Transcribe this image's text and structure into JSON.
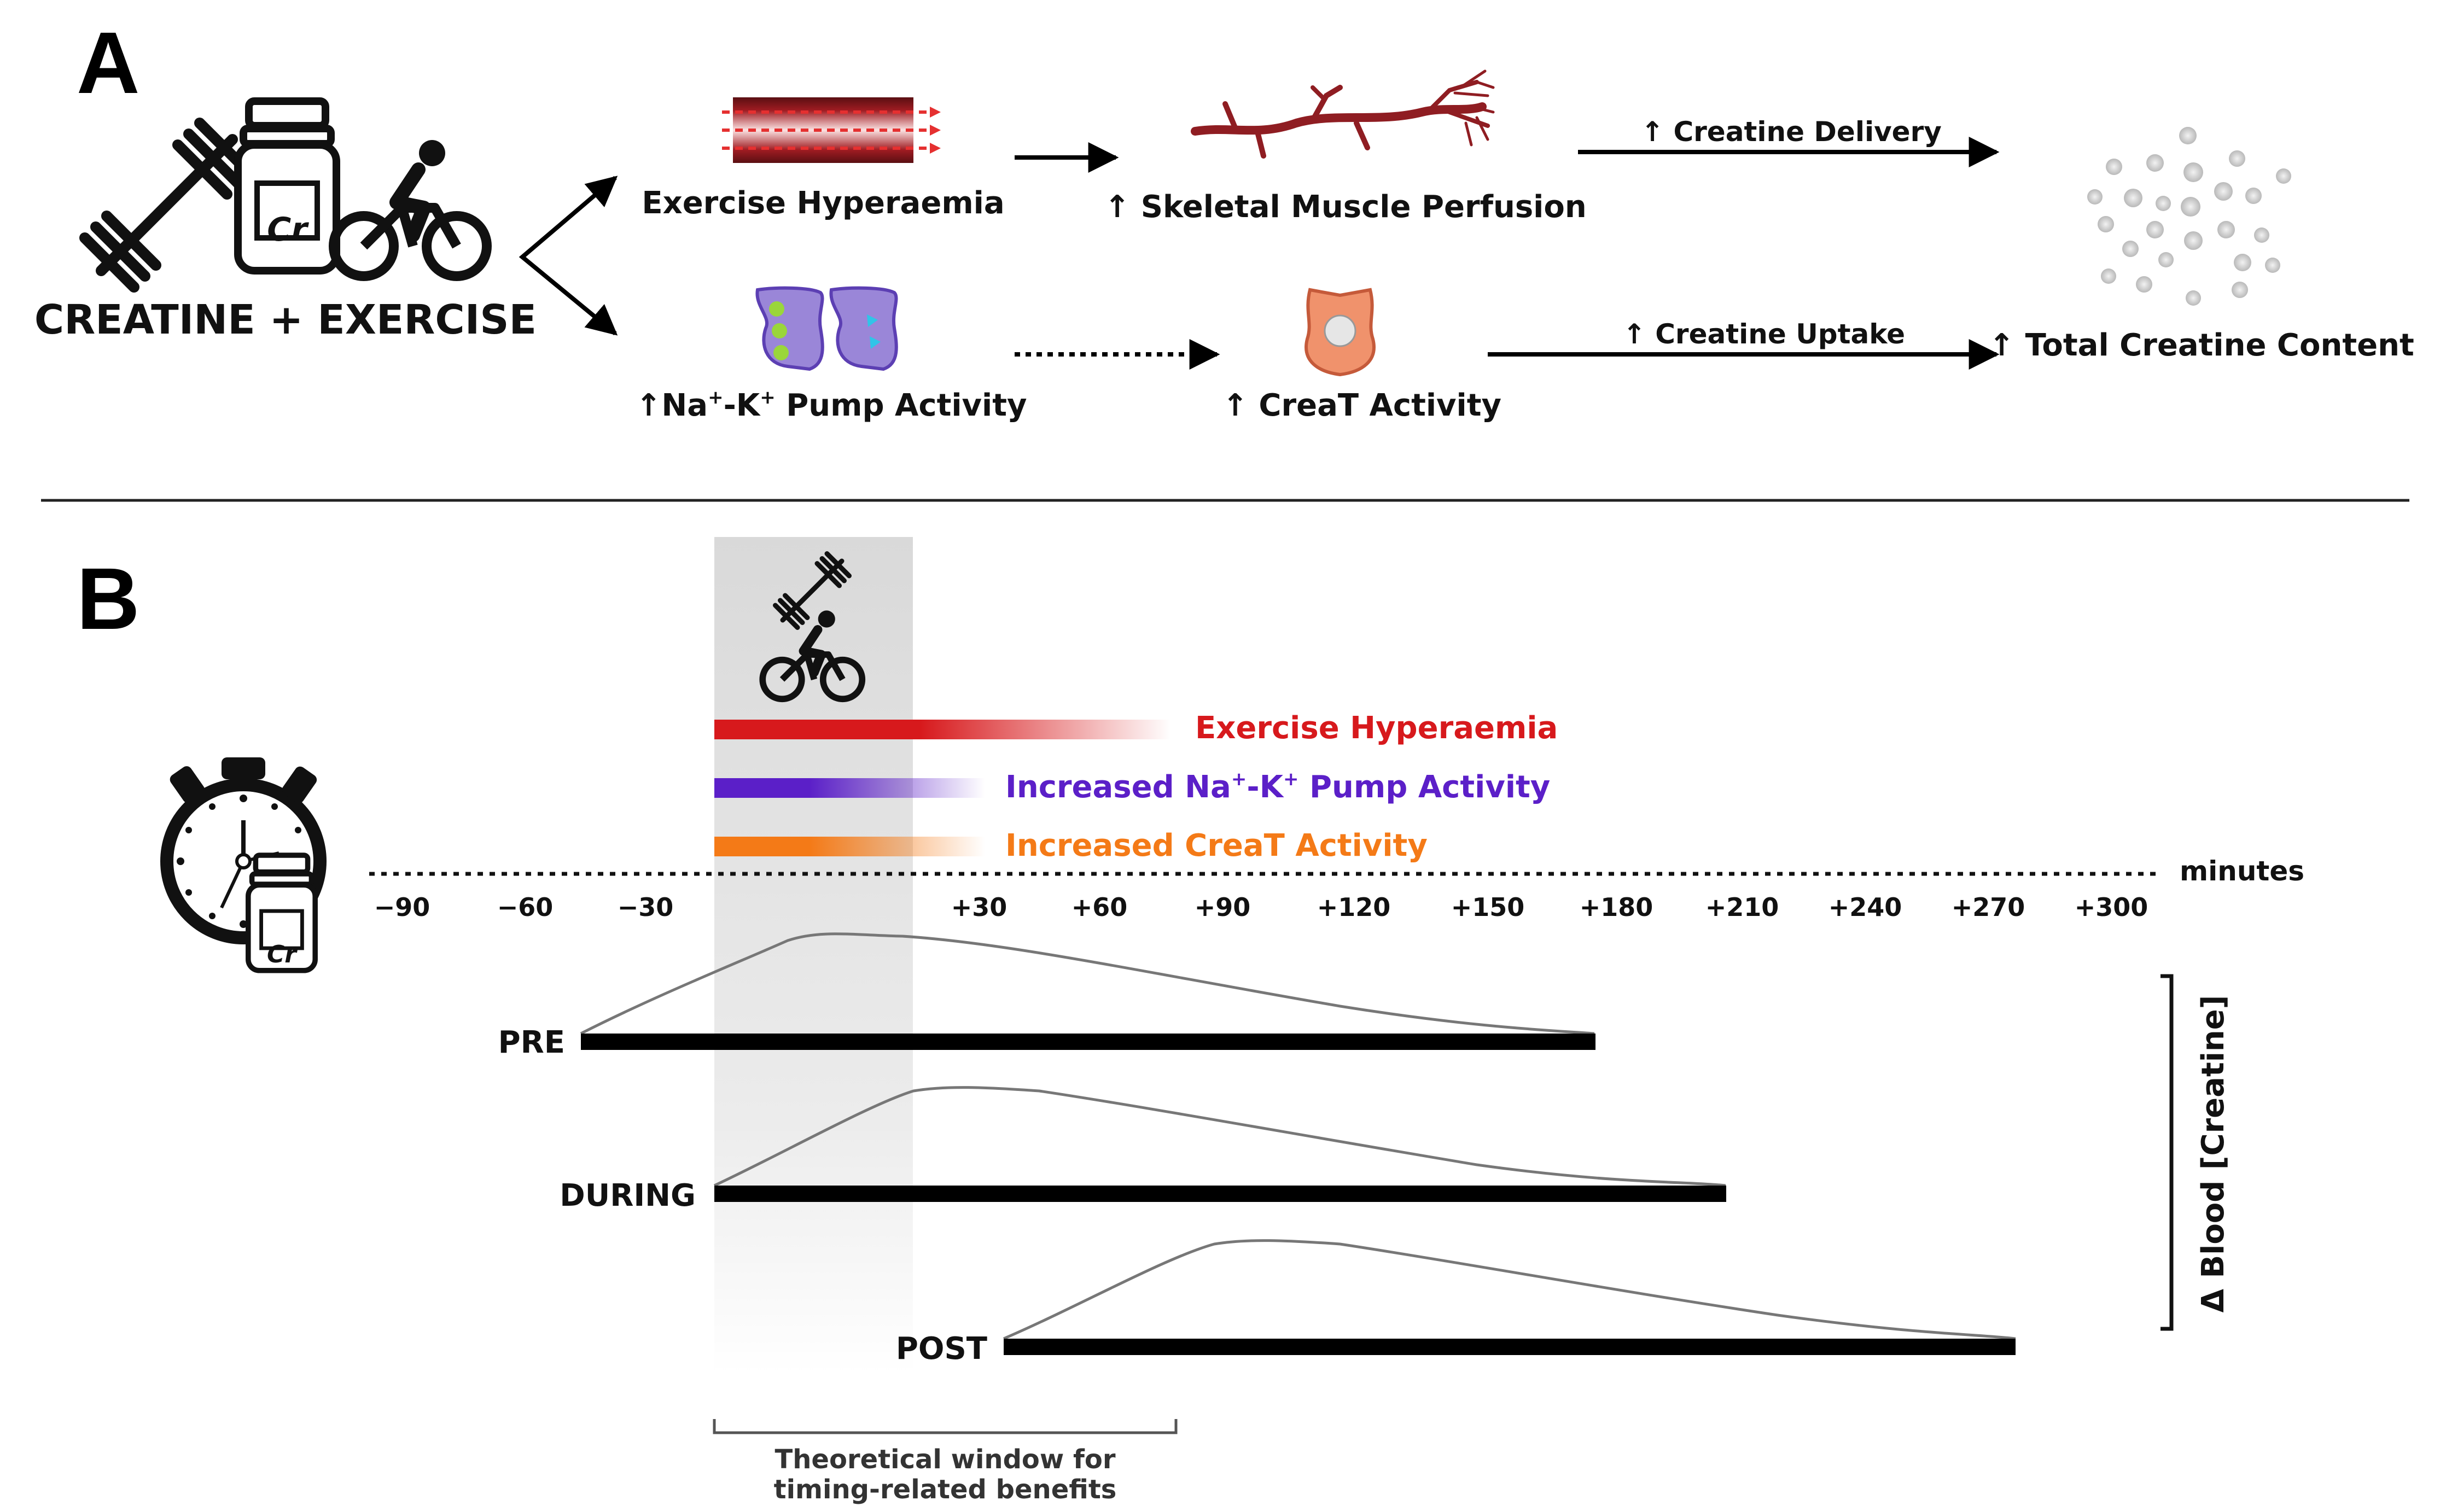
{
  "panel_a": {
    "letter": "A",
    "main_label": "CREATINE + EXERCISE",
    "bottle_label": "Cr",
    "exercise_hyperaemia": "Exercise Hyperaemia",
    "skeletal_perfusion": "↑ Skeletal Muscle Perfusion",
    "creatine_delivery": "↑ Creatine Delivery",
    "pump_activity_pre": "↑Na",
    "pump_activity_sup1": "+",
    "pump_activity_mid": "-K",
    "pump_activity_sup2": "+",
    "pump_activity_post": " Pump Activity",
    "creat_activity": "↑ CreaT Activity",
    "creatine_uptake": "↑ Creatine Uptake",
    "total_content": "↑ Total Creatine Content"
  },
  "panel_b": {
    "letter": "B",
    "bottle_label": "Cr",
    "bars": [
      {
        "label": "Exercise Hyperaemia",
        "color": "#d7191c"
      },
      {
        "label_pre": "Increased Na",
        "sup1": "+",
        "label_mid": "-K",
        "sup2": "+",
        "label_post": " Pump Activity",
        "color": "#5b1fc8"
      },
      {
        "label": "Increased CreaT Activity",
        "color": "#f47a17"
      }
    ],
    "axis_unit": "minutes",
    "ticks": [
      "−90",
      "−60",
      "−30",
      "+30",
      "+60",
      "+90",
      "+120",
      "+150",
      "+180",
      "+210",
      "+240",
      "+270",
      "+300"
    ],
    "conditions": [
      "PRE",
      "DURING",
      "POST"
    ],
    "y_axis_label": "Δ Blood [Creatine]",
    "window_note_line1": "Theoretical window for",
    "window_note_line2": "timing-related benefits"
  }
}
